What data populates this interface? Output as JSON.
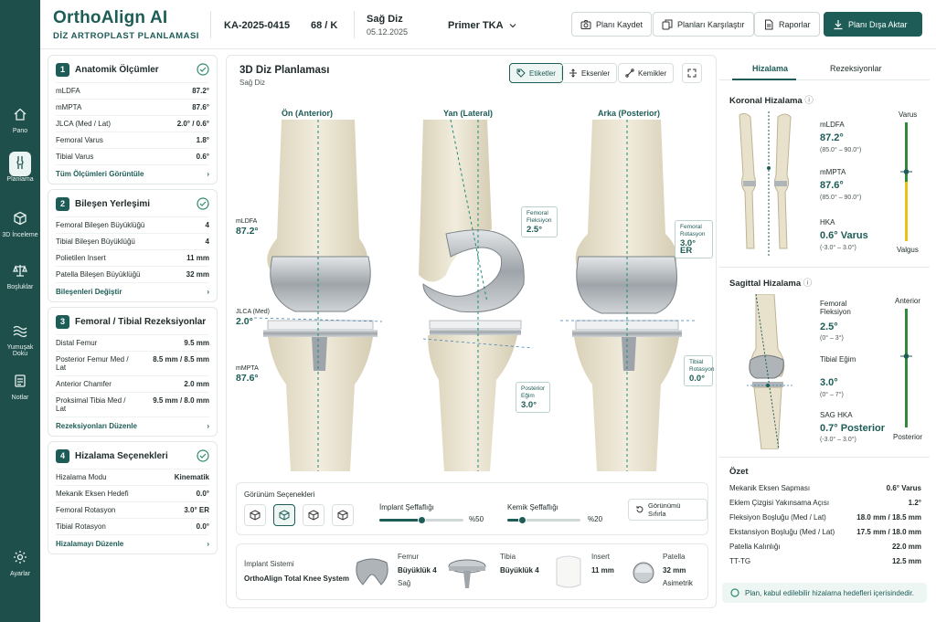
{
  "brand": {
    "title": "OrthoAlign AI",
    "subtitle": "DİZ ARTROPLAST PLANLAMASI"
  },
  "header": {
    "case_id": "KA-2025-0415",
    "age_sex": "68 / K",
    "side": "Sağ Diz",
    "date": "05.12.2025",
    "procedure": "Primer TKA",
    "buttons": {
      "save": "Planı Kaydet",
      "compare": "Planları Karşılaştır",
      "reports": "Raporlar",
      "export": "Planı Dışa Aktar"
    }
  },
  "nav": [
    {
      "label": "Pano",
      "icon": "home-icon"
    },
    {
      "label": "Planlama",
      "icon": "knee-icon"
    },
    {
      "label": "3D İnceleme",
      "icon": "cube-icon"
    },
    {
      "label": "Boşluklar",
      "icon": "balance-icon"
    },
    {
      "label": "Yumuşak Doku",
      "icon": "wave-icon"
    },
    {
      "label": "Notlar",
      "icon": "notes-icon"
    },
    {
      "label": "Ayarlar",
      "icon": "gear-icon"
    }
  ],
  "sections": {
    "anatomic": {
      "num": "1",
      "title": "Anatomik Ölçümler",
      "rows": [
        {
          "k": "mLDFA",
          "v": "87.2°"
        },
        {
          "k": "mMPTA",
          "v": "87.6°"
        },
        {
          "k": "JLCA (Med / Lat)",
          "v": "2.0° / 0.6°"
        },
        {
          "k": "Femoral Varus",
          "v": "1.8°"
        },
        {
          "k": "Tibial Varus",
          "v": "0.6°"
        }
      ],
      "link": "Tüm Ölçümleri Görüntüle"
    },
    "component": {
      "num": "2",
      "title": "Bileşen Yerleşimi",
      "rows": [
        {
          "k": "Femoral Bileşen Büyüklüğü",
          "v": "4"
        },
        {
          "k": "Tibial Bileşen Büyüklüğü",
          "v": "4"
        },
        {
          "k": "Polietilen Insert",
          "v": "11 mm"
        },
        {
          "k": "Patella Bileşen Büyüklüğü",
          "v": "32 mm"
        }
      ],
      "link": "Bileşenleri Değiştir"
    },
    "resection": {
      "num": "3",
      "title": "Femoral / Tibial Rezeksiyonlar",
      "rows": [
        {
          "k": "Distal Femur",
          "v": "9.5 mm"
        },
        {
          "k": "Posterior Femur Med / Lat",
          "v": "8.5 mm / 8.5 mm"
        },
        {
          "k": "Anterior Chamfer",
          "v": "2.0 mm"
        },
        {
          "k": "Proksimal Tibia Med / Lat",
          "v": "9.5 mm / 8.0 mm"
        }
      ],
      "link": "Rezeksiyonları Düzenle"
    },
    "alignment": {
      "num": "4",
      "title": "Hizalama Seçenekleri",
      "rows": [
        {
          "k": "Hizalama Modu",
          "v": "Kinematik"
        },
        {
          "k": "Mekanik Eksen Hedefi",
          "v": "0.0°"
        },
        {
          "k": "Femoral Rotasyon",
          "v": "3.0° ER"
        },
        {
          "k": "Tibial Rotasyon",
          "v": "0.0°"
        }
      ],
      "link": "Hizalamayı Düzenle"
    }
  },
  "center": {
    "title": "3D Diz Planlaması",
    "subtitle": "Sağ Diz",
    "toggles": {
      "labels": "Etiketler",
      "axes": "Eksenler",
      "bones": "Kemikler"
    },
    "views": {
      "front": "Ön (Anterior)",
      "side": "Yan (Lateral)",
      "back": "Arka (Posterior)"
    },
    "annotations": {
      "mldfa_label": "mLDFA",
      "mldfa_val": "87.2°",
      "jlca_label": "JLCA (Med)",
      "jlca_val": "2.0°",
      "mmpta_label": "mMPTA",
      "mmpta_val": "87.6°",
      "fem_flex_label": "Femoral Fleksiyon",
      "fem_flex_val": "2.5°",
      "post_slope_label": "Posterior Eğim",
      "post_slope_val": "3.0°",
      "fem_rot_label": "Femoral Rotasyon",
      "fem_rot_val": "3.0° ER",
      "tib_rot_label": "Tibial Rotasyon",
      "tib_rot_val": "0.0°"
    },
    "view_options": {
      "title": "Görünüm Seçenekleri",
      "implant_opacity_label": "İmplant Şeffaflığı",
      "implant_opacity_val": "%50",
      "implant_opacity": 0.5,
      "bone_opacity_label": "Kemik Şeffaflığı",
      "bone_opacity_val": "%20",
      "bone_opacity": 0.2,
      "reset": "Görünümü Sıfırla"
    },
    "implant": {
      "system_label": "İmplant Sistemi",
      "system_name": "OrthoAlign Total Knee System",
      "femur_label": "Femur",
      "femur_size": "Büyüklük 4",
      "femur_side": "Sağ",
      "tibia_label": "Tibia",
      "tibia_size": "Büyüklük 4",
      "insert_label": "Insert",
      "insert_size": "11 mm",
      "patella_label": "Patella",
      "patella_size": "32 mm",
      "patella_type": "Asimetrik"
    }
  },
  "right": {
    "tabs": [
      "Hizalama",
      "Rezeksiyonlar"
    ],
    "coronal": {
      "title": "Koronal Hizalama",
      "items": [
        {
          "k": "mLDFA",
          "v": "87.2°",
          "r": "(85.0° – 90.0°)"
        },
        {
          "k": "mMPTA",
          "v": "87.6°",
          "r": "(85.0° – 90.0°)"
        },
        {
          "k": "HKA",
          "v": "0.6° Varus",
          "r": "(-3.0° – 3.0°)"
        }
      ],
      "scale_top": "Varus",
      "scale_bottom": "Valgus"
    },
    "sagittal": {
      "title": "Sagittal Hizalama",
      "items": [
        {
          "k": "Femoral Fleksiyon",
          "v": "2.5°",
          "r": "(0° – 3°)"
        },
        {
          "k": "Tibial Eğim",
          "v": "3.0°",
          "r": "(0° – 7°)"
        },
        {
          "k": "SAG HKA",
          "v": "0.7° Posterior",
          "r": "(-3.0° – 3.0°)"
        }
      ],
      "scale_top": "Anterior",
      "scale_bottom": "Posterior"
    },
    "summary": {
      "title": "Özet",
      "rows": [
        {
          "k": "Mekanik Eksen Sapması",
          "v": "0.6° Varus"
        },
        {
          "k": "Eklem Çizgisi Yakınsama Açısı",
          "v": "1.2°"
        },
        {
          "k": "Fleksiyon Boşluğu (Med / Lat)",
          "v": "18.0 mm / 18.5 mm"
        },
        {
          "k": "Ekstansiyon Boşluğu (Med / Lat)",
          "v": "17.5 mm / 18.0 mm"
        },
        {
          "k": "Patella Kalınlığı",
          "v": "22.0 mm"
        },
        {
          "k": "TT-TG",
          "v": "12.5 mm"
        }
      ]
    },
    "status": "Plan, kabul edilebilir hizalama hedefleri içerisindedir."
  },
  "colors": {
    "brand": "#1d5c57",
    "accent_green": "#2e8b3a",
    "accent_yellow": "#e6c21a"
  }
}
